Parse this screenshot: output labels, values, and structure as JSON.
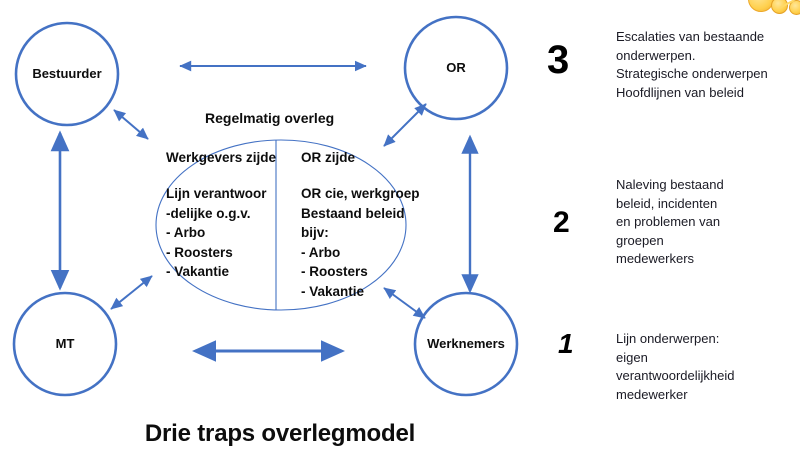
{
  "diagram": {
    "title": "Drie traps overlegmodel",
    "accent_color": "#4472c4",
    "text_color": "#0d0d0d",
    "background": "#ffffff"
  },
  "nodes": [
    {
      "id": "bestuurder",
      "label": "Bestuurder"
    },
    {
      "id": "or",
      "label": "OR"
    },
    {
      "id": "mt",
      "label": "MT"
    },
    {
      "id": "werknemers",
      "label": "Werknemers"
    }
  ],
  "center": {
    "heading": "Regelmatig overleg",
    "left_column": {
      "title": "Werkgevers zijde",
      "lines": [
        "Lijn verantwoor",
        "-delijke o.g.v.",
        "- Arbo",
        "- Roosters",
        "- Vakantie"
      ]
    },
    "right_column": {
      "title": "OR zijde",
      "lines": [
        "OR cie, werkgroep",
        "Bestaand beleid",
        "bijv:",
        "- Arbo",
        "- Roosters",
        "- Vakantie"
      ]
    }
  },
  "steps": [
    {
      "number": "3",
      "text": "Escalaties van bestaande\nonderwerpen.\nStrategische onderwerpen\nHoofdlijnen van beleid"
    },
    {
      "number": "2",
      "text": "Naleving bestaand\nbeleid, incidenten\nen problemen van\ngroepen\nmedewerkers"
    },
    {
      "number": "1",
      "text": "Lijn onderwerpen:\neigen\nverantwoordelijkheid\nmedewerker"
    }
  ],
  "decoration": {
    "coins_label": "gold-coin-icons",
    "coin_color": "#ffd966",
    "coin_edge": "#f2b33d"
  }
}
